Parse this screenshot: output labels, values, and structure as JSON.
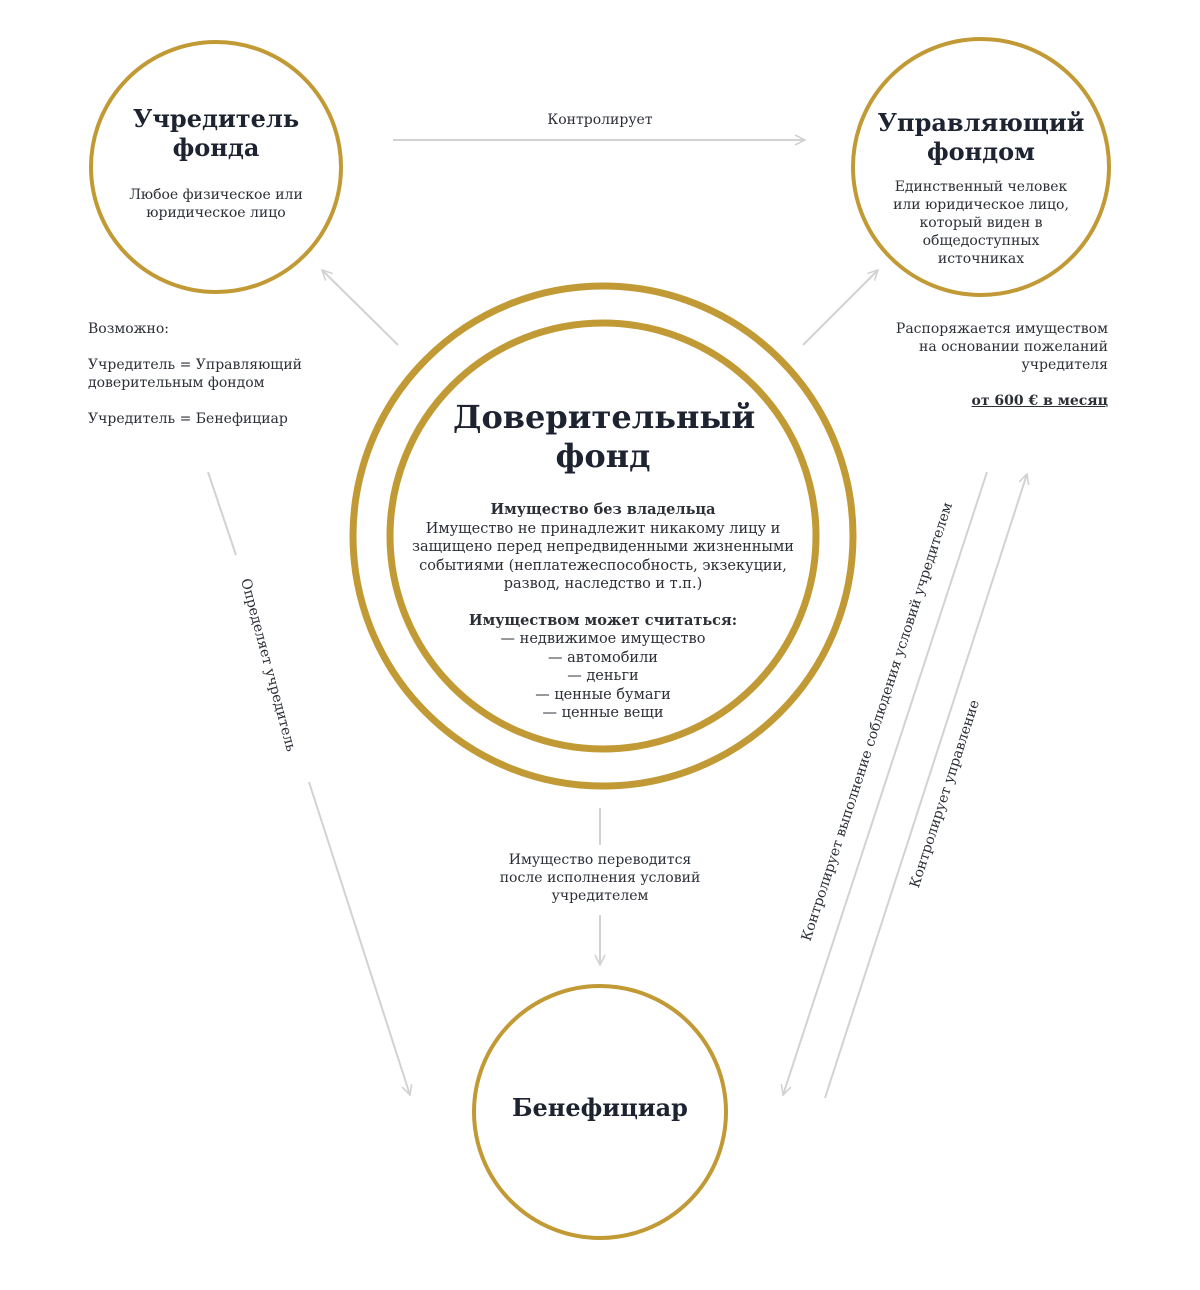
{
  "colors": {
    "gold": "#C29A35",
    "arrow": "#D2D2D2",
    "text": "#1F242B"
  },
  "founder": {
    "title": "Учредитель фонда",
    "description": "Любое физическое или юридическое лицо"
  },
  "manager": {
    "title": "Управляющий фондом",
    "description": "Единственный человек или юридическое лицо, который виден в общедоступных источниках"
  },
  "trust": {
    "title": "Доверительный фонд",
    "property_heading": "Имущество без владельца",
    "property_text": "Имущество не принадлежит никакому лицу и защищено перед непредвиденными жизненными событиями (неплатежеспособность, экзекуции, развод, наследство и т.п.)",
    "assets_heading": "Имуществом может считаться:",
    "assets": [
      "— недвижимое имущество",
      "— автомобили",
      "— деньги",
      "— ценные бумаги",
      "— ценные вещи"
    ]
  },
  "beneficiary": {
    "title": "Бенефициар"
  },
  "arrows": {
    "controls": "Контролирует",
    "defines": "Определяет учредитель",
    "transfer": "Имущество переводится после исполнения условий учредителем",
    "controls_conditions": "Контролирует выполнение соблюдения условий учредителем",
    "controls_management": "Контролирует управление"
  },
  "left_note": {
    "possible": "Возможно:",
    "eq1": "Учредитель = Управляющий доверительным фондом",
    "eq2": "Учредитель = Бенефициар"
  },
  "right_note": {
    "text": "Распоряжается имуществом на основании пожеланий учредителя",
    "price": "от 600 € в месяц"
  }
}
